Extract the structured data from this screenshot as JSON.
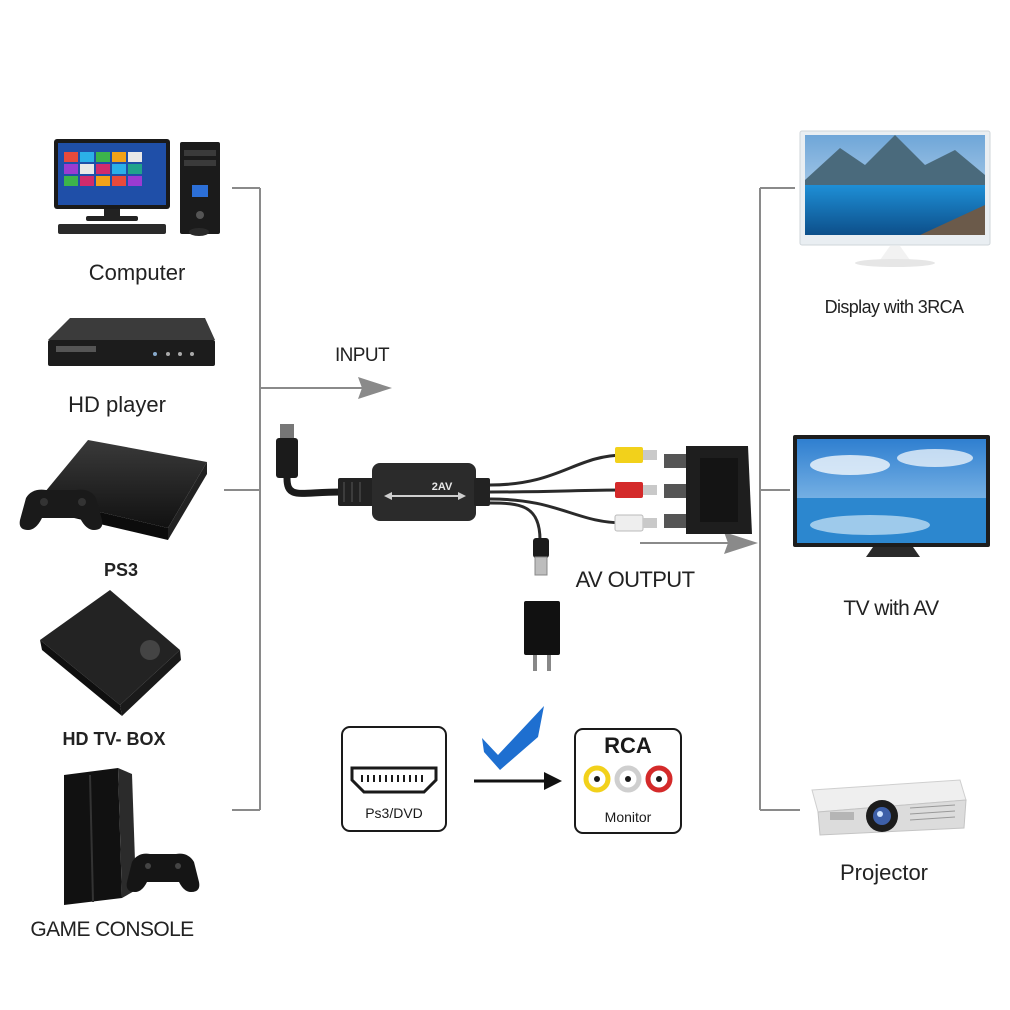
{
  "sources": [
    {
      "label": "Computer",
      "icon": "computer-icon"
    },
    {
      "label": "HD player",
      "icon": "bluray-player-icon"
    },
    {
      "label": "PS3",
      "icon": "ps3-console-icon"
    },
    {
      "label": "HD TV- BOX",
      "icon": "tv-box-icon"
    },
    {
      "label": "GAME CONSOLE",
      "icon": "game-console-icon"
    }
  ],
  "outputs": [
    {
      "label": "Display with 3RCA",
      "icon": "monitor-icon"
    },
    {
      "label": "TV with AV",
      "icon": "tv-icon"
    },
    {
      "label": "Projector",
      "icon": "projector-icon"
    }
  ],
  "flow": {
    "input_label": "INPUT",
    "output_label": "AV OUTPUT"
  },
  "adapter": {
    "label": "2AV"
  },
  "legend": {
    "hdmi_label": "Ps3/DVD",
    "rca_title": "RCA",
    "rca_subtitle": "Monitor"
  },
  "colors": {
    "line": "#8a8a8a",
    "check": "#1e6fd0",
    "rca_yellow": "#f2d11b",
    "rca_red": "#d42a2a",
    "rca_white": "#e8e8e8"
  }
}
